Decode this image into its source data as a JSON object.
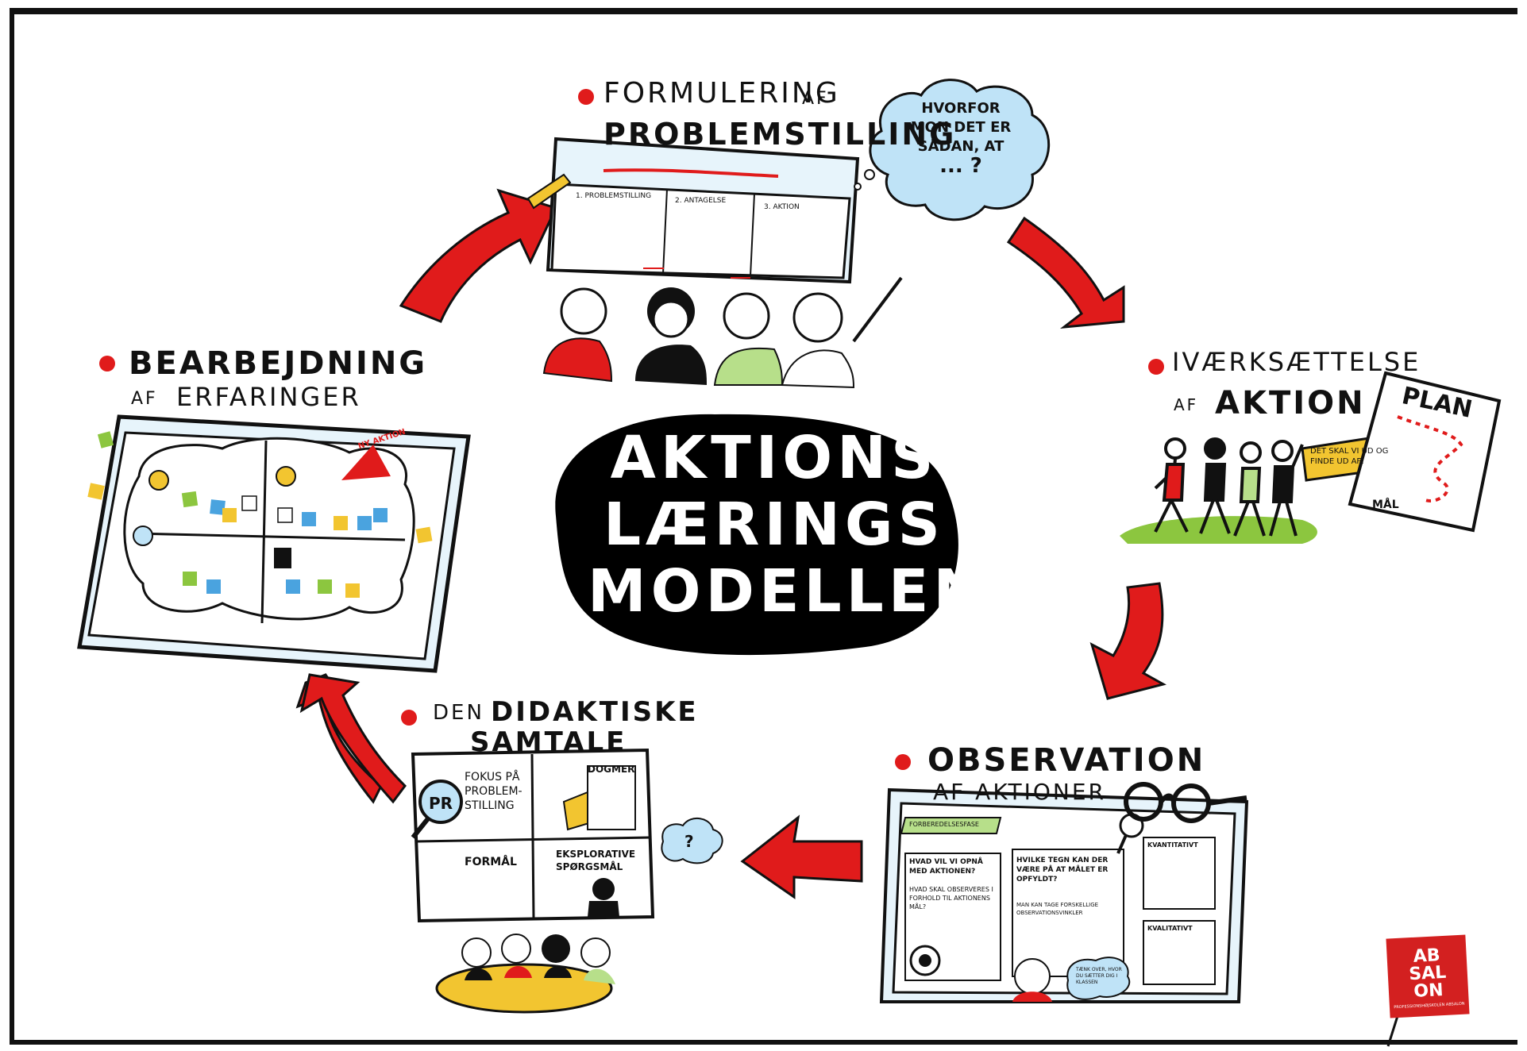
{
  "center": {
    "line1": "AKTIONS",
    "line2": "LÆRINGS",
    "line3": "MODELLEN"
  },
  "stages": {
    "formulering": {
      "line1": "FORMULERING",
      "small": "AF",
      "line2": "PROBLEMSTILLING"
    },
    "ivaerksaettelse": {
      "line1": "IVÆRKSÆTTELSE",
      "small": "AF",
      "line2": "AKTION"
    },
    "observation": {
      "line1": "OBSERVATION",
      "line2": "AF AKTIONER"
    },
    "didaktiske": {
      "small": "DEN",
      "line1": "DIDAKTISKE",
      "line2": "SAMTALE"
    },
    "bearbejdning": {
      "line1": "BEARBEJDNING",
      "small": "AF",
      "line2": "ERFARINGER"
    }
  },
  "thought_bubble": {
    "line1": "HVORFOR",
    "line2": "MON DET ER",
    "line3": "SÅDAN, AT",
    "line4": "... ?"
  },
  "board_columns": [
    "1. PROBLEMSTILLING",
    "2. ANTAGELSE",
    "3. AKTION"
  ],
  "plan": {
    "title": "PLAN",
    "goal": "MÅL",
    "arrow_text": "DET SKAL VI UD OG FINDE UD AF!"
  },
  "bearbejdning_note": "NY AKTION",
  "didaktiske_quadrants": {
    "q1": "FOKUS PÅ PROBLEM-STILLING",
    "q1_badge": "PR",
    "q2": "DOGMER",
    "q3": "FORMÅL",
    "q4": "EKSPLORATIVE SPØRGSMÅL",
    "bubble": "?"
  },
  "observation_sheet": {
    "tab": "FORBEREDELSESFASE",
    "q1": "HVAD VIL VI OPNÅ MED AKTIONEN?",
    "q1b": "HVAD SKAL OBSERVERES I FORHOLD TIL AKTIONENS MÅL?",
    "q2": "HVILKE TEGN KAN DER VÆRE PÅ AT MÅLET ER OPFYLDT?",
    "q2b": "MAN KAN TAGE FORSKELLIGE OBSERVATIONSVINKLER",
    "kvantitativt": "KVANTITATIVT",
    "kvalitativt": "KVALITATIVT",
    "speech": "TÆNK OVER, HVOR DU SÆTTER DIG I KLASSEN"
  },
  "logo": {
    "line1": "AB",
    "line2": "SAL",
    "line3": "ON",
    "sub": "PROFESSIONSHØJSKOLEN ABSALON"
  },
  "colors": {
    "accent": "#e01b1b",
    "ink": "#111111",
    "green": "#8cc63f",
    "sky": "#bfe3f7",
    "yellow": "#f2c530"
  }
}
